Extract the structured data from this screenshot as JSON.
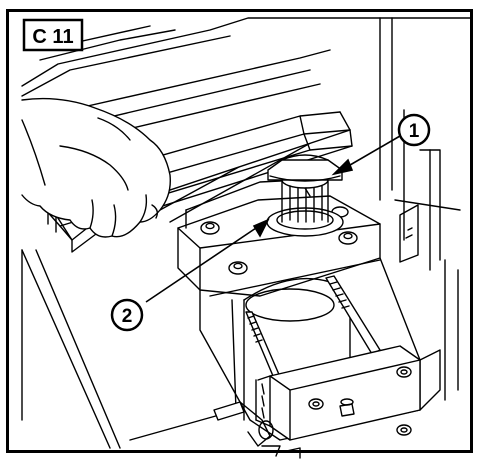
{
  "figure": {
    "label": "C 11",
    "callouts": [
      {
        "number": "1"
      },
      {
        "number": "2"
      }
    ]
  },
  "colors": {
    "ink": "#000000",
    "paper": "#ffffff"
  }
}
